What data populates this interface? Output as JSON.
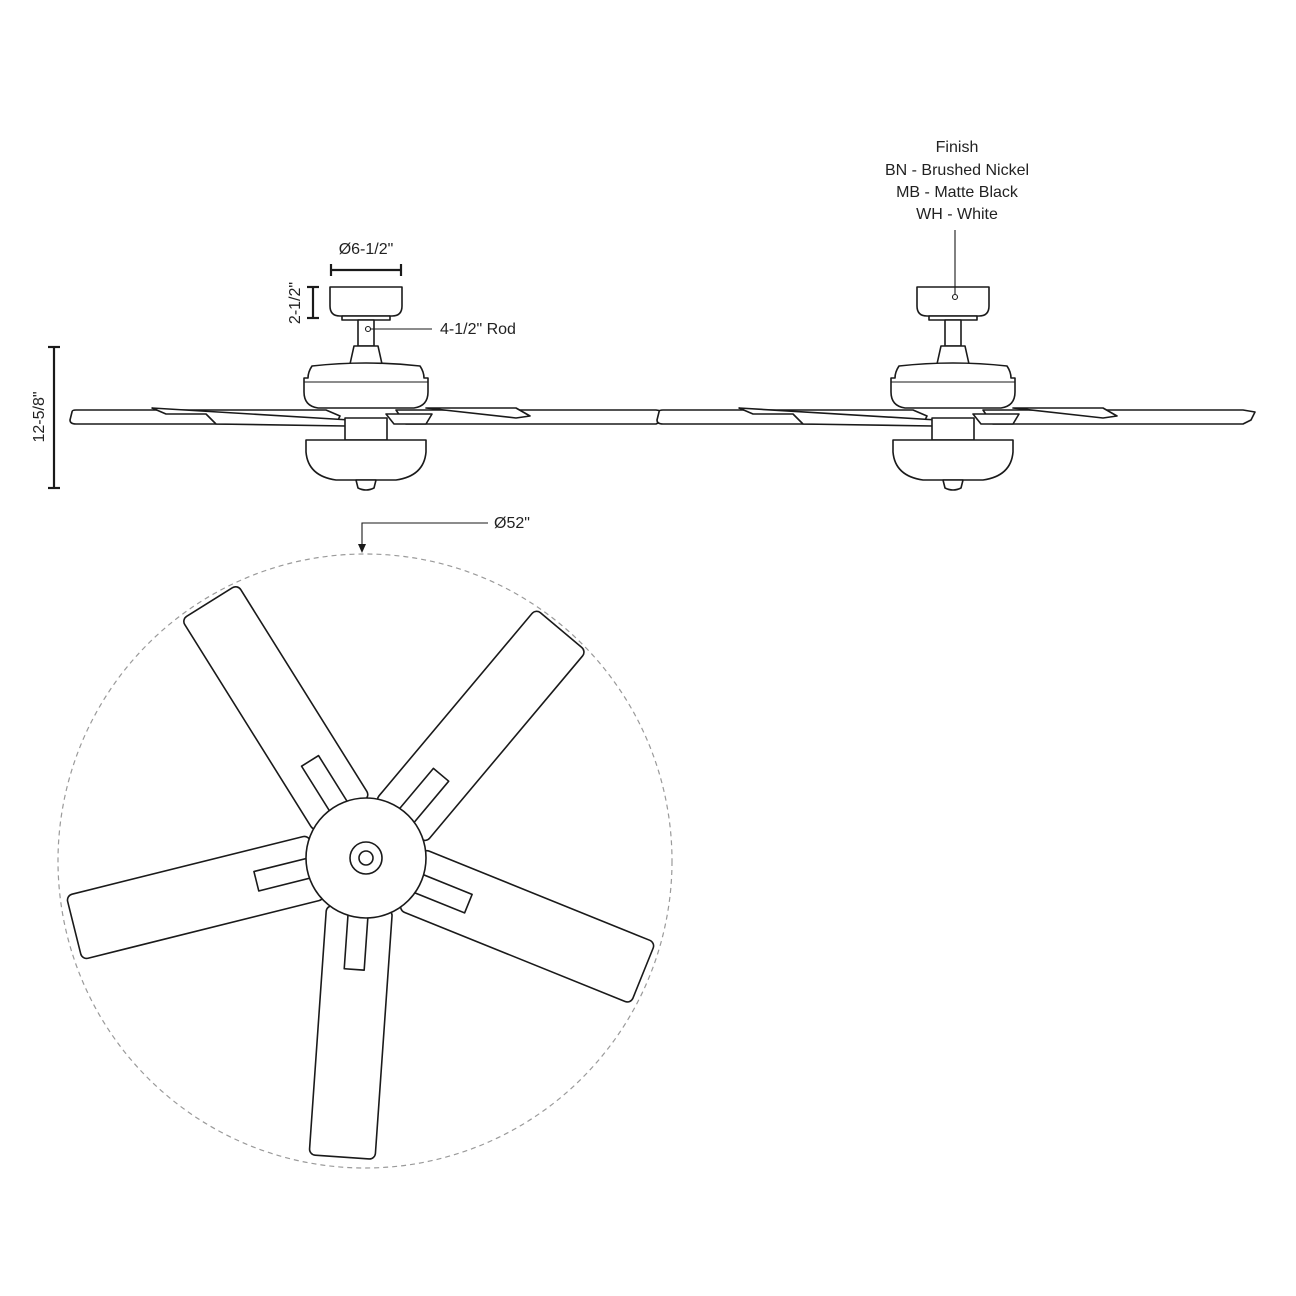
{
  "side_view_left": {
    "canopy_diameter_label": "Ø6-1/2\"",
    "canopy_height_label": "2-1/2\"",
    "rod_label": "4-1/2\" Rod",
    "overall_height_label": "12-5/8\""
  },
  "side_view_right": {
    "finish_title": "Finish",
    "finishes": [
      "BN - Brushed Nickel",
      "MB - Matte Black",
      "WH - White"
    ]
  },
  "top_view": {
    "span_label": "Ø52\"",
    "blade_count": 5
  },
  "colors": {
    "line": "#1a1a1a",
    "dashed_circle": "#9a9a9a",
    "background": "#ffffff"
  }
}
